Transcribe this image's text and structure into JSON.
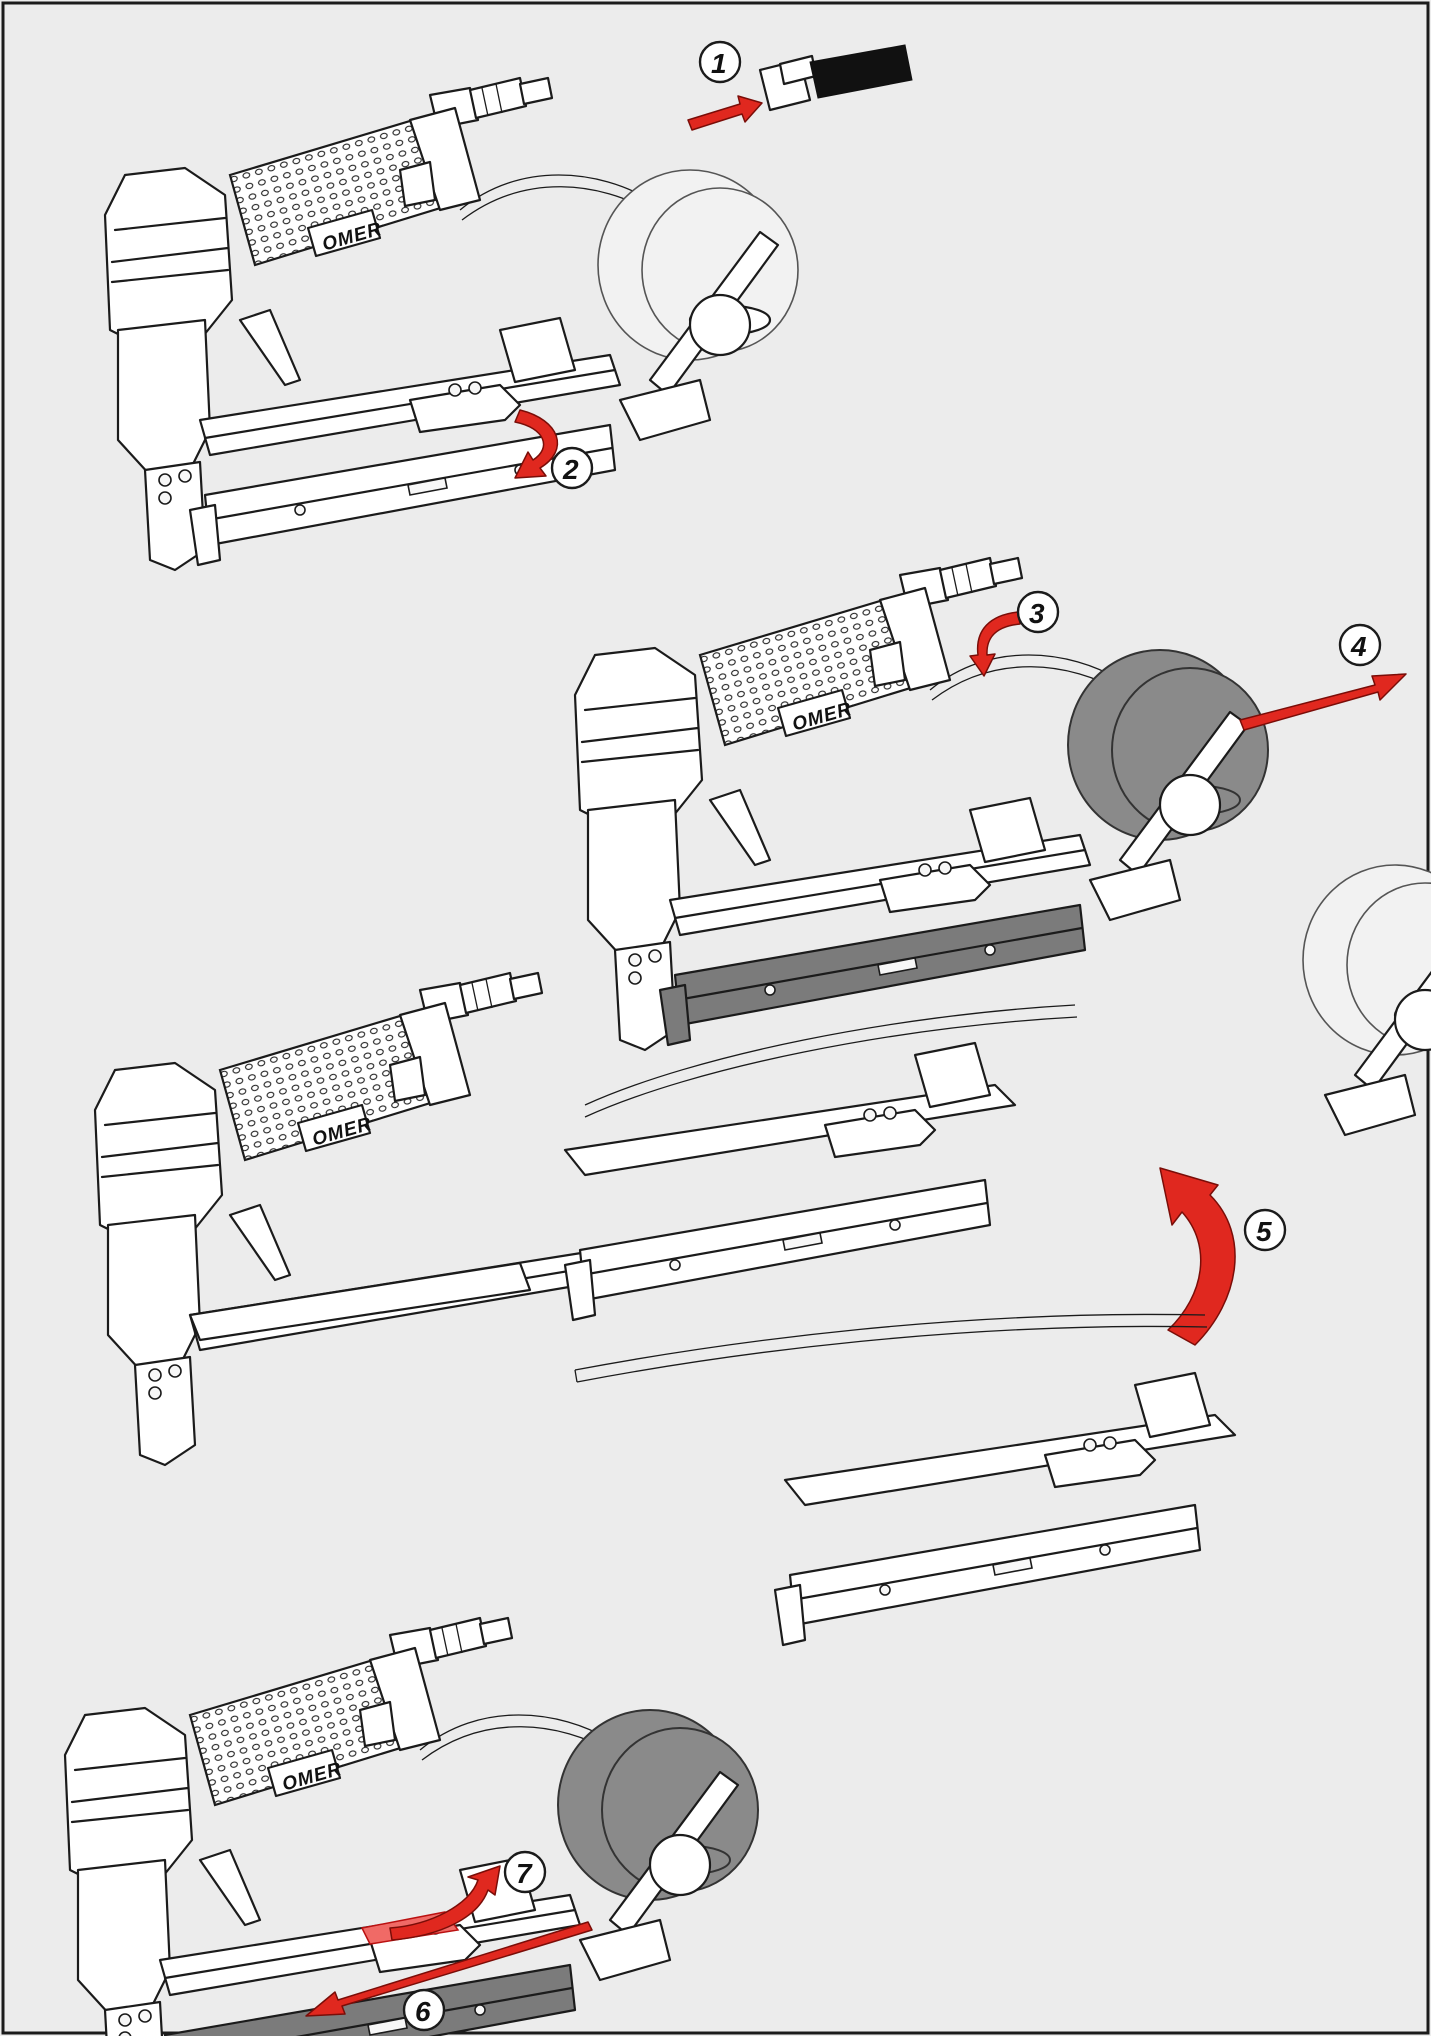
{
  "brand": "OMER",
  "colors": {
    "background": "#ececec",
    "arrow": "#e0281f",
    "magazine_highlight": "#7b7b7b",
    "latch_highlight": "#f06a66"
  },
  "steps": [
    {
      "number": "1",
      "action": "disconnect air supply coupling"
    },
    {
      "number": "2",
      "action": "rotate latch lever downward"
    },
    {
      "number": "3",
      "action": "press release latch"
    },
    {
      "number": "4",
      "action": "pull magazine assembly out"
    },
    {
      "number": "5",
      "action": "lift magazine assembly"
    },
    {
      "number": "6",
      "action": "slide magazine back in"
    },
    {
      "number": "7",
      "action": "rotate latch to lock"
    }
  ]
}
